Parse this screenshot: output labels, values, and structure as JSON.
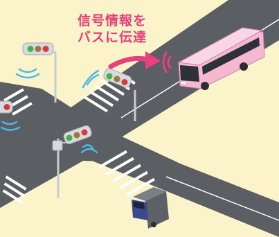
{
  "caption": {
    "line1": "信号情報を",
    "line2": "バスに伝達"
  },
  "colors": {
    "background": "#fbf3c9",
    "road": "#5b5e63",
    "crosswalk": "#ffffff",
    "bus": "#f4b9d1",
    "truck_cab": "#3b4a8c",
    "truck_box": "#5c6168",
    "signal_wave": "#4db8e8",
    "accent": "#e8407a"
  },
  "scene_items": {
    "signals": [
      "traffic-signal",
      "traffic-signal",
      "traffic-signal",
      "traffic-signal"
    ],
    "vehicles": [
      "bus",
      "truck"
    ],
    "icons": [
      "signal-wave-icon",
      "arrow-icon"
    ]
  }
}
